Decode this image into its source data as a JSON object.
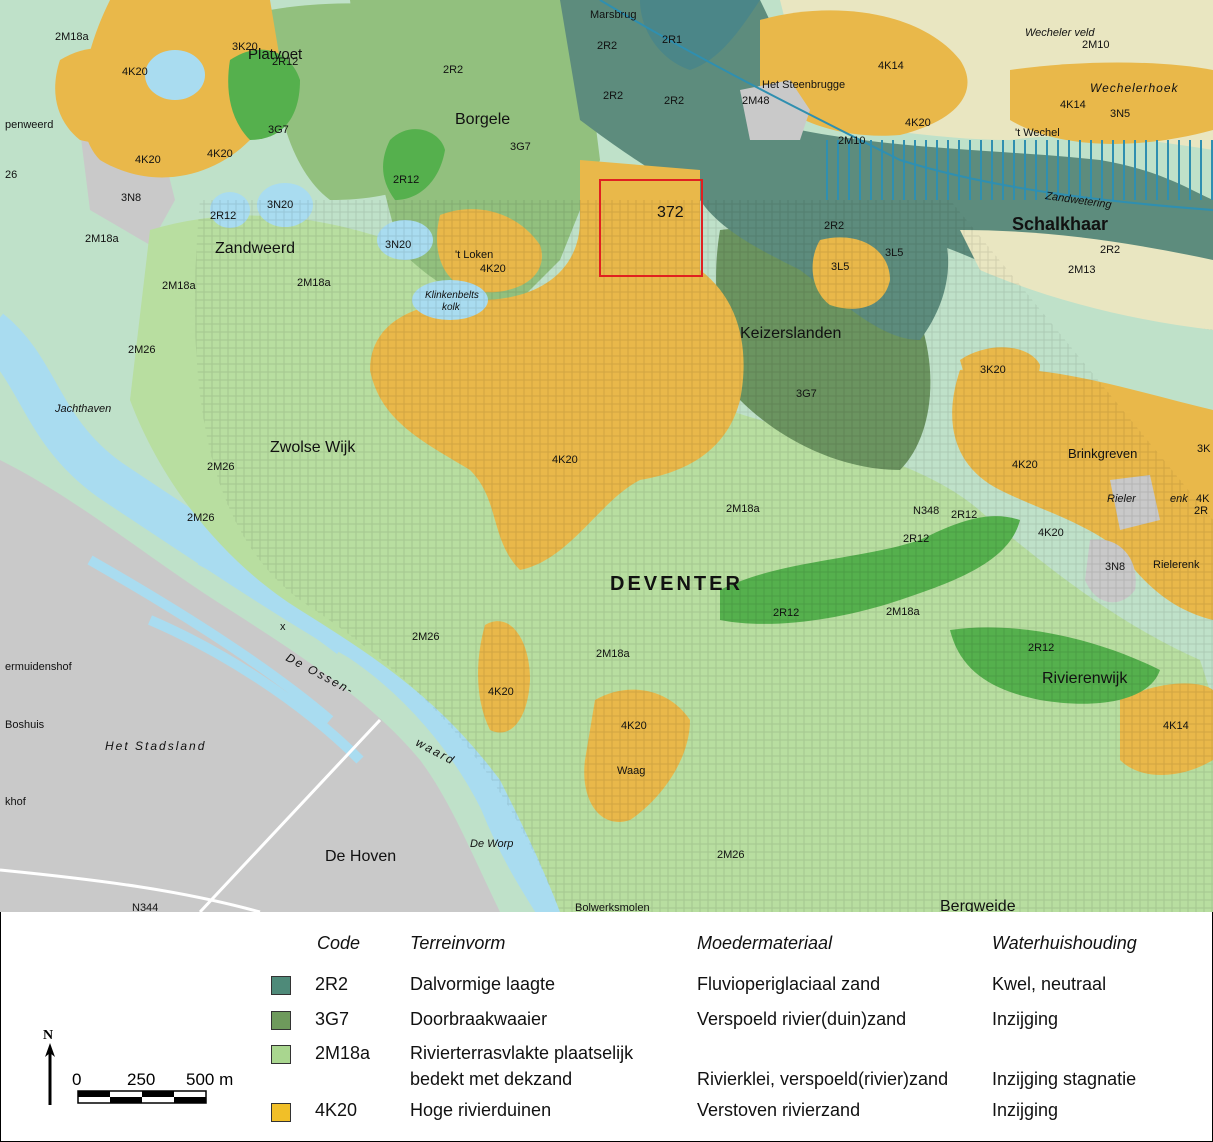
{
  "map": {
    "colors": {
      "background": "#bfe1c9",
      "river": "#a9dcf0",
      "light_green": "#b8dea0",
      "mid_green": "#92c07e",
      "dark_green": "#6b9460",
      "teal": "#5d8c7d",
      "deep_teal": "#4b8688",
      "orange": "#e9b84a",
      "bright_green": "#55b04d",
      "cream": "#e9e6c1",
      "gray": "#c9c9c9",
      "stripe": "#2f8fb0",
      "box": "#e02020"
    },
    "place_labels": {
      "deventer": "DEVENTER",
      "schalkhaar": "Schalkhaar",
      "zandweerd": "Zandweerd",
      "borgele": "Borgele",
      "platvoet": "Platvoet",
      "keizerslanden": "Keizerslanden",
      "zwolse_wijk": "Zwolse Wijk",
      "de_hoven": "De Hoven",
      "rivierenwijk": "Rivierenwijk",
      "brinkgreven": "Brinkgreven",
      "bergweide": "Bergweide",
      "het_stadsland": "Het  Stadsland",
      "de_ossen": "De Ossen-",
      "waard": "waard",
      "boshuis": "Boshuis",
      "hof": "khof",
      "muidenshof": "ermuidenshof",
      "zandweerd_edge": "penweerd",
      "marsbrug": "Marsbrug",
      "het_steenbrugge": "Het Steenbrugge",
      "t_wechel": "'t Wechel",
      "wecheler_veld": "Wecheler    veld",
      "wechelerhoek": "Wechelerhoek",
      "zandwetering": "Zandwetering",
      "t_loken": "'t Loken",
      "klinkenbelts_kolk": "Klinkenbelts",
      "kolk": "kolk",
      "jachthaven": "Jachthaven",
      "rieler": "Rieler",
      "enk": "enk",
      "rielerenk": "Rielerenk",
      "waag": "Waag",
      "de_worp": "De Worp",
      "bolwerksmolen": "Bolwerksmolen",
      "n344": "N344",
      "n348": "N348",
      "site_number": "372",
      "x_mark": "x",
      "edge_26": "26",
      "edge_3k": "3K",
      "edge_4k": "4K",
      "edge_2r": "2R"
    },
    "codes": [
      {
        "text": "2M18a"
      },
      {
        "text": "3K20"
      },
      {
        "text": "2R12"
      },
      {
        "text": "4K20"
      },
      {
        "text": "3G7"
      },
      {
        "text": "4K20"
      },
      {
        "text": "4K20"
      },
      {
        "text": "3N8"
      },
      {
        "text": "2R12"
      },
      {
        "text": "3N20"
      },
      {
        "text": "2M18a"
      },
      {
        "text": "2M18a"
      },
      {
        "text": "2R12"
      },
      {
        "text": "3N20"
      },
      {
        "text": "2M18a"
      },
      {
        "text": "2R2"
      },
      {
        "text": "3G7"
      },
      {
        "text": "4K20"
      },
      {
        "text": "2R2"
      },
      {
        "text": "2R1"
      },
      {
        "text": "2R2"
      },
      {
        "text": "2R2"
      },
      {
        "text": "2M48"
      },
      {
        "text": "4K14"
      },
      {
        "text": "4K20"
      },
      {
        "text": "2M10"
      },
      {
        "text": "2M10"
      },
      {
        "text": "4K14"
      },
      {
        "text": "3N5"
      },
      {
        "text": "2R2"
      },
      {
        "text": "3L5"
      },
      {
        "text": "3L5"
      },
      {
        "text": "2R2"
      },
      {
        "text": "2M13"
      },
      {
        "text": "2M26"
      },
      {
        "text": "3G7"
      },
      {
        "text": "3K20"
      },
      {
        "text": "4K20"
      },
      {
        "text": "2M26"
      },
      {
        "text": "2M26"
      },
      {
        "text": "4K20"
      },
      {
        "text": "2M18a"
      },
      {
        "text": "2R12"
      },
      {
        "text": "2R12"
      },
      {
        "text": "4K20"
      },
      {
        "text": "3N8"
      },
      {
        "text": "2R12"
      },
      {
        "text": "2M18a"
      },
      {
        "text": "2M26"
      },
      {
        "text": "2M18a"
      },
      {
        "text": "4K20"
      },
      {
        "text": "4K20"
      },
      {
        "text": "2R12"
      },
      {
        "text": "4K14"
      },
      {
        "text": "2M26"
      }
    ]
  },
  "legend": {
    "headers": {
      "code": "Code",
      "terreinvorm": "Terreinvorm",
      "moedermateriaal": "Moedermateriaal",
      "waterhuishouding": "Waterhuishouding"
    },
    "rows": [
      {
        "color": "#4e8a79",
        "code": "2R2",
        "terreinvorm": "Dalvormige laagte",
        "terreinvorm2": "",
        "moedermateriaal": "Fluvioperiglaciaal zand",
        "waterhuishouding": "Kwel, neutraal"
      },
      {
        "color": "#6e9a5c",
        "code": "3G7",
        "terreinvorm": "Doorbraakwaaier",
        "terreinvorm2": "",
        "moedermateriaal": "Verspoeld rivier(duin)zand",
        "waterhuishouding": "Inzijging"
      },
      {
        "color": "#a9d68f",
        "code": "2M18a",
        "terreinvorm": "Rivierterrasvlakte plaatselijk",
        "terreinvorm2": "bedekt met dekzand",
        "moedermateriaal": "Rivierklei, verspoeld(rivier)zand",
        "waterhuishouding": "Inzijging stagnatie"
      },
      {
        "color": "#f1bf28",
        "code": "4K20",
        "terreinvorm": "Hoge rivierduinen",
        "terreinvorm2": "",
        "moedermateriaal": "Verstoven rivierzand",
        "waterhuishouding": "Inzijging"
      }
    ],
    "north": "N",
    "scale": {
      "zero": "0",
      "mid": "250",
      "end": "500 m"
    }
  }
}
